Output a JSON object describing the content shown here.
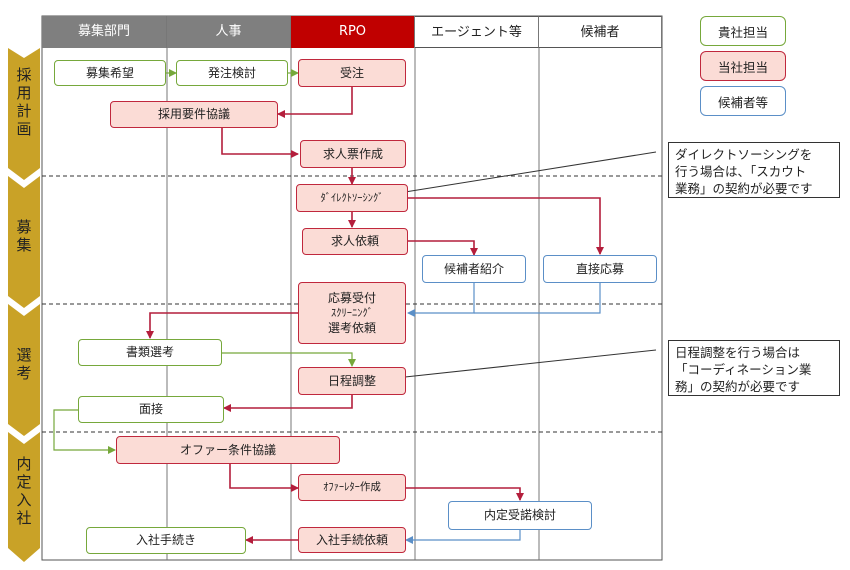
{
  "columns": [
    "募集部門",
    "人事",
    "RPO",
    "エージェント等",
    "候補者"
  ],
  "stages": [
    "採用計画",
    "募集",
    "選考",
    "内定入社"
  ],
  "legend": {
    "client": "貴社担当",
    "rpo": "当社担当",
    "candidate": "候補者等"
  },
  "boxes": {
    "boshu_kibou": "募集希望",
    "hacchu_kentou": "発注検討",
    "juchu": "受注",
    "youken_kyougi": "採用要件協議",
    "kyujinhyo": "求人票作成",
    "direct_sourcing": "ﾀﾞｲﾚｸﾄｿｰｼﾝｸﾞ",
    "kyujin_irai": "求人依頼",
    "kouhosha_shoukai": "候補者紹介",
    "chokusetsu_oubo": "直接応募",
    "oubo_uketsuke_1": "応募受付",
    "oubo_uketsuke_2": "ｽｸﾘｰﾆﾝｸﾞ",
    "oubo_uketsuke_3": "選考依頼",
    "shorui_senkou": "書類選考",
    "nittei_chousei": "日程調整",
    "mensetsu": "面接",
    "offer_kyougi": "オファー条件協議",
    "offer_letter": "ｵﾌｧｰﾚﾀｰ作成",
    "naitei_kentou": "内定受諾検討",
    "nyusha_irai": "入社手続依頼",
    "nyusha_tetsuzuki": "入社手続き"
  },
  "notes": {
    "scout": [
      "ダイレクトソーシングを",
      "行う場合は、「スカウト",
      "業務」の契約が必要です"
    ],
    "coordination": [
      "日程調整を行う場合は",
      "「コーディネーション業",
      "務」の契約が必要です"
    ]
  },
  "colors": {
    "header_gray": "#7f7f7f",
    "rpo_red": "#c00000",
    "stage_gold": "#c9a227",
    "client_green": "#76a83b",
    "rpo_border": "#c0283d",
    "rpo_fill": "#fbdcd6",
    "candidate_blue": "#5b8fc7"
  }
}
